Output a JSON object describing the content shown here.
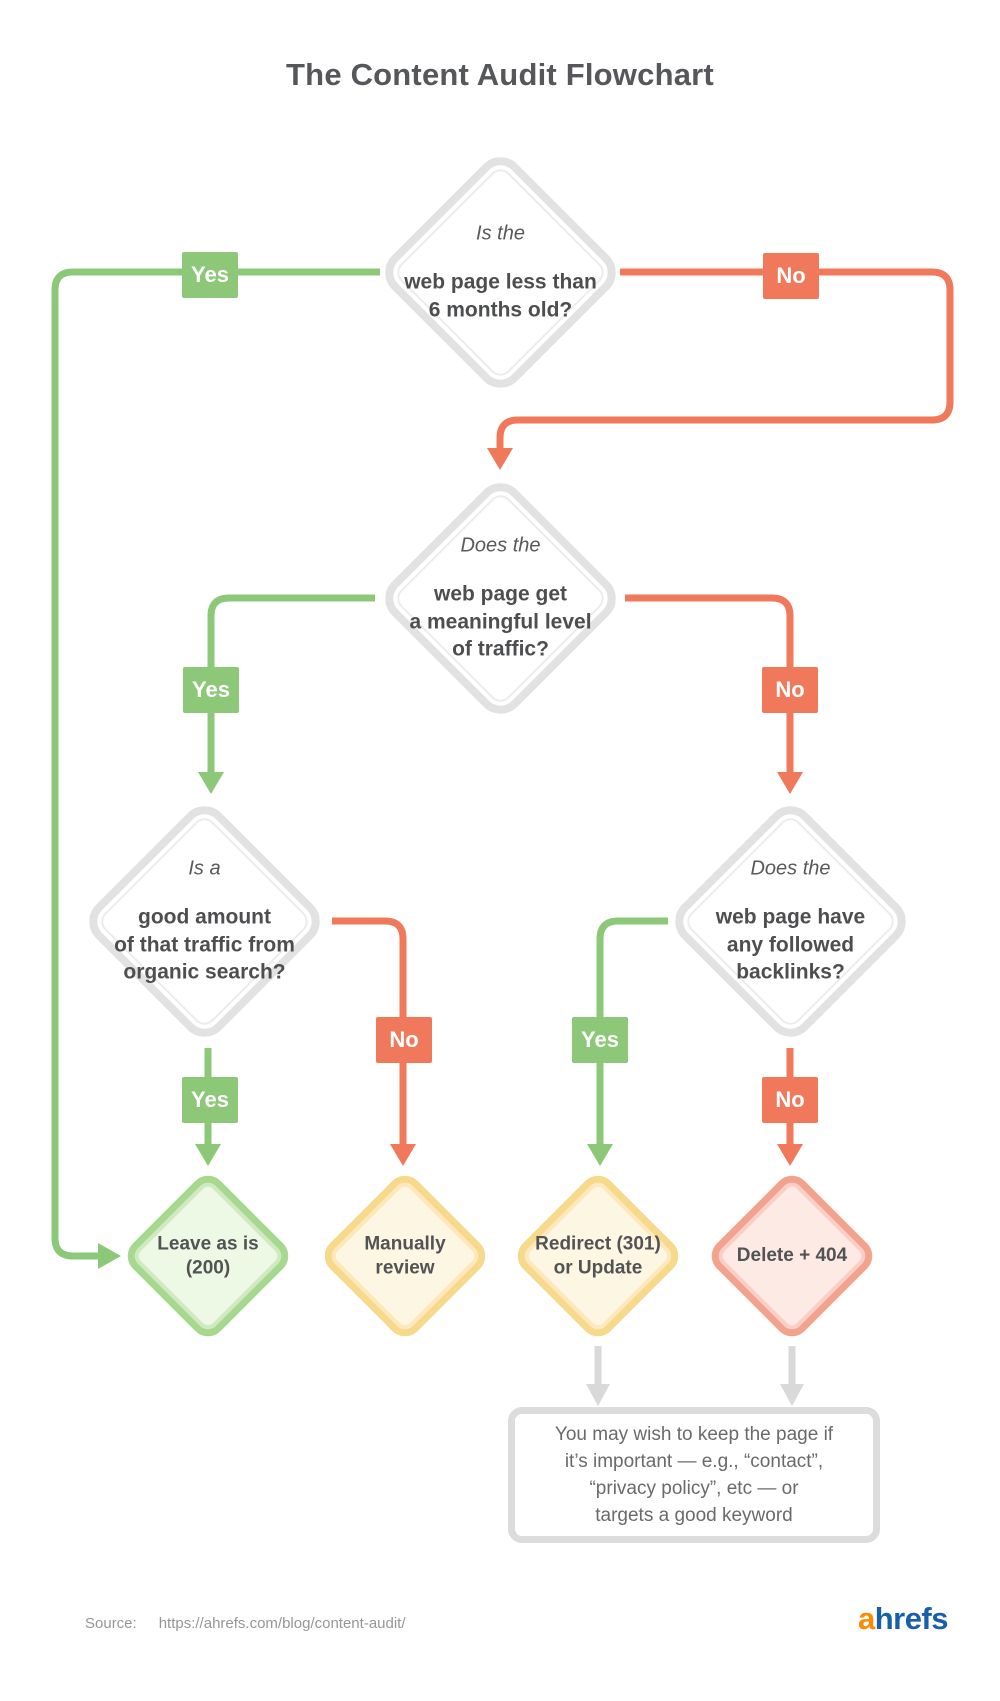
{
  "title": "The Content Audit Flowchart",
  "labels": {
    "yes": "Yes",
    "no": "No"
  },
  "questions": {
    "q1": {
      "intro": "Is the",
      "body": "web page less than\n6 months old?"
    },
    "q2": {
      "intro": "Does the",
      "body": "web page get\na meaningful level\nof traffic?"
    },
    "q3": {
      "intro": "Is a",
      "body": "good amount\nof that traffic from\norganic search?"
    },
    "q4": {
      "intro": "Does the",
      "body": "web page have\nany followed\nbacklinks?"
    }
  },
  "outcomes": {
    "leave": "Leave as is\n(200)",
    "manual": "Manually\nreview",
    "redirect": "Redirect (301)\nor Update",
    "delete": "Delete + 404"
  },
  "note": "You may wish to keep the page if\nit’s important  — e.g., “contact”,\n“privacy policy”, etc — or\ntargets a good keyword",
  "footer": {
    "source_label": "Source:",
    "source_url": "https://ahrefs.com/blog/content-audit/",
    "logo_a": "a",
    "logo_rest": "hrefs"
  },
  "colors": {
    "yes_green": "#8dc878",
    "no_orange": "#f0795b",
    "neutral_gray": "#d9d9d9",
    "question_border": "#e2e2e2",
    "outcome_green_border": "#a6d890",
    "outcome_yellow_border": "#f7d98c",
    "outcome_red_border": "#f3a28e",
    "logo_orange": "#ff8800",
    "logo_blue": "#175fa9"
  }
}
